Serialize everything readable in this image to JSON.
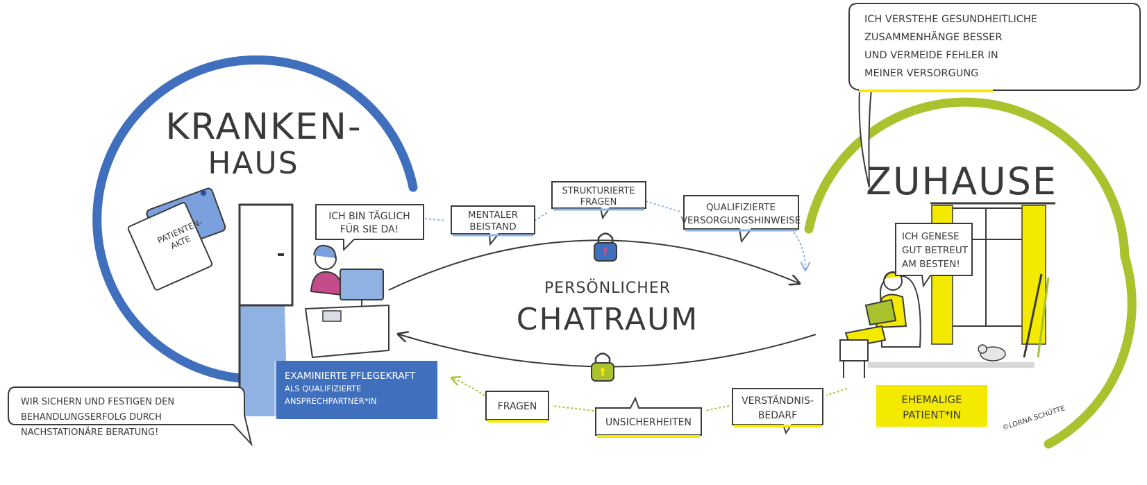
{
  "colors": {
    "hospital_blue": "#3f6fbd",
    "home_green": "#a9c22e",
    "highlight_yellow": "#f4ea00",
    "ink": "#3a3a3a",
    "light_blue": "#8fb2e3"
  },
  "hospital": {
    "title_line1": "KRANKEN-",
    "title_line2": "HAUS",
    "files_label_line1": "PATIENTEN-",
    "files_label_line2": "AKTE",
    "nurse_bubble_line1": "ICH BIN TÄGLICH",
    "nurse_bubble_line2": "FÜR SIE DA!",
    "role_line1": "EXAMINIERTE PFLEGEKRAFT",
    "role_line2": "ALS QUALIFIZIERTE",
    "role_line3": "ANSPRECHPARTNER*IN"
  },
  "home": {
    "title": "ZUHAUSE",
    "patient_bubble_line1": "ICH GENESE",
    "patient_bubble_line2": "GUT BETREUT",
    "patient_bubble_line3": "AM BESTEN!",
    "role_line1": "EHEMALIGE",
    "role_line2": "PATIENT*IN",
    "copyright": "©LORNA SCHÜTTE",
    "top_bubble_line1": "ICH VERSTEHE GESUNDHEITLICHE",
    "top_bubble_line2": "ZUSAMMENHÄNGE BESSER",
    "top_bubble_line3": "UND VERMEIDE FEHLER IN",
    "top_bubble_line4": "MEINER VERSORGUNG"
  },
  "center": {
    "title_line1": "PERSÖNLICHER",
    "title_line2": "CHATRAUM"
  },
  "outgoing_topics": {
    "mental_line1": "MENTALER",
    "mental_line2": "BEISTAND",
    "structured_line1": "STRUKTURIERTE",
    "structured_line2": "FRAGEN",
    "qualified_line1": "QUALIFIZIERTE",
    "qualified_line2": "VERSORGUNGSHINWEISE"
  },
  "incoming_topics": {
    "questions": "FRAGEN",
    "uncertainties": "UNSICHERHEITEN",
    "understanding_line1": "VERSTÄNDNIS-",
    "understanding_line2": "BEDARF"
  },
  "footer_bubble": {
    "line1": "WIR SICHERN UND FESTIGEN DEN",
    "line2": "BEHANDLUNGSERFOLG DURCH",
    "line3": "NACHSTATIONÄRE BERATUNG!"
  }
}
